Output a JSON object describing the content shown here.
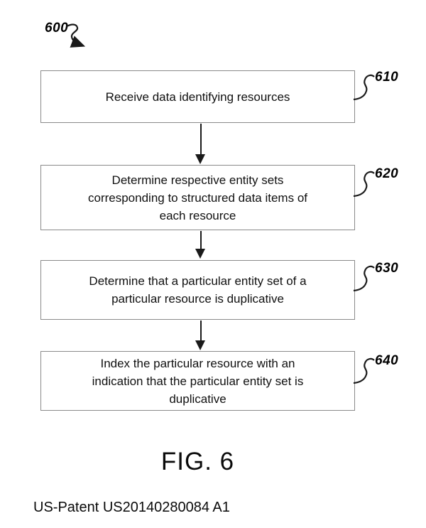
{
  "figure": {
    "root_label": "600",
    "caption": "FIG. 6",
    "footer": "US-Patent US20140280084 A1"
  },
  "steps": [
    {
      "ref": "610",
      "text": "Receive data identifying resources"
    },
    {
      "ref": "620",
      "text": "Determine respective entity sets\ncorresponding to structured data items of\neach resource"
    },
    {
      "ref": "630",
      "text": "Determine that a particular entity set of a\nparticular resource is duplicative"
    },
    {
      "ref": "640",
      "text": "Index the particular resource with an\nindication that the particular entity set is\nduplicative"
    }
  ],
  "colors": {
    "background": "#ffffff",
    "box_border": "#8a8a8a",
    "text": "#101010",
    "arrow": "#1a1a1a"
  }
}
